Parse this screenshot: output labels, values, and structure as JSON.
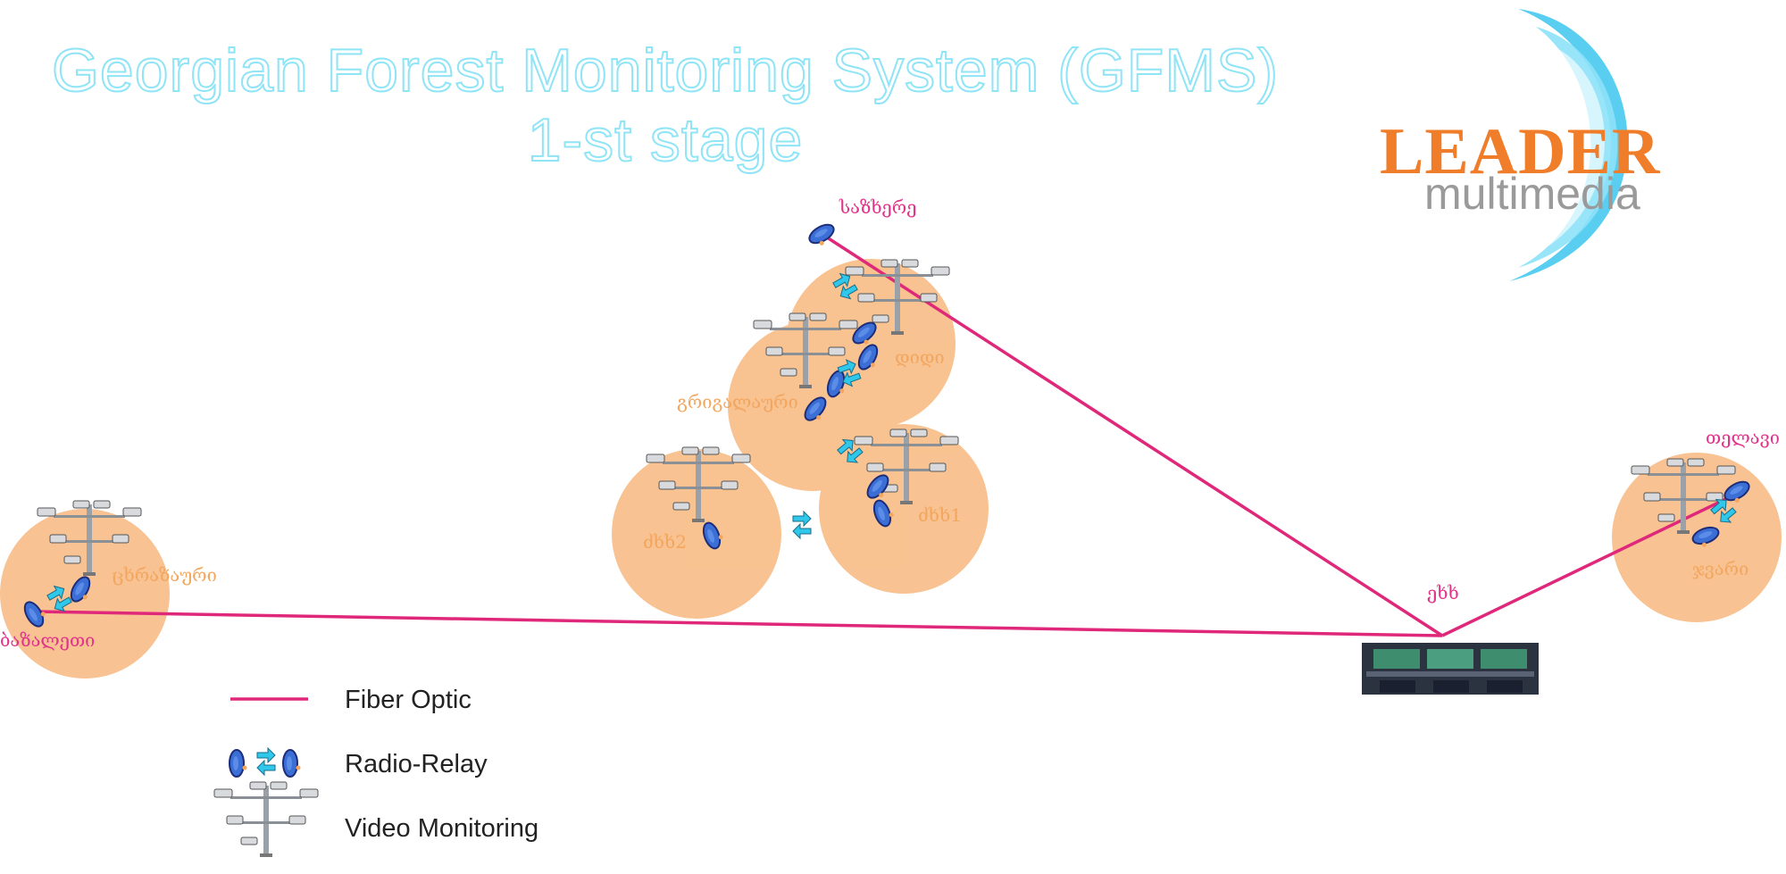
{
  "title": {
    "line1": "Georgian Forest Monitoring System (GFMS)",
    "line2": "1-st stage"
  },
  "logo": {
    "word1": "LEADER",
    "word2": "multimedia",
    "icon": "swoosh-icon"
  },
  "sites": [
    {
      "id": "sabhere",
      "label": "საზხერე",
      "color": "#e0348a"
    },
    {
      "id": "didi",
      "label": "დიდი",
      "color": "#f2a65e"
    },
    {
      "id": "grigalaurt",
      "label": "გრიგალაური",
      "color": "#f2a65e"
    },
    {
      "id": "dzh1",
      "label": "ძხხ1",
      "color": "#f2a65e"
    },
    {
      "id": "dzh2",
      "label": "ძხხ2",
      "color": "#f2a65e"
    },
    {
      "id": "tsiskaruri",
      "label": "ცხრაზაური",
      "color": "#f2a65e"
    },
    {
      "id": "bazaleti",
      "label": "ბაზალეთი",
      "color": "#e0348a"
    },
    {
      "id": "esh",
      "label": "ეხხ",
      "color": "#e0348a"
    },
    {
      "id": "telavi",
      "label": "თელავი",
      "color": "#e0348a"
    },
    {
      "id": "jvari",
      "label": "ჯვარი",
      "color": "#f2a65e"
    }
  ],
  "legend": {
    "fiber": {
      "label": "Fiber Optic",
      "icon": "fiber-line-icon",
      "color": "#e0287a"
    },
    "radio": {
      "label": "Radio-Relay",
      "icon": "radio-relay-icon"
    },
    "video": {
      "label": "Video Monitoring",
      "icon": "camera-pole-icon"
    }
  },
  "colors": {
    "coverage": "#f7b57a",
    "fiber": "#e0287a",
    "title_stroke": "#8fe4f6",
    "dish": "#3b6fd6",
    "arrow": "#2fc7ea"
  },
  "control_center": {
    "icon": "control-room-icon"
  }
}
